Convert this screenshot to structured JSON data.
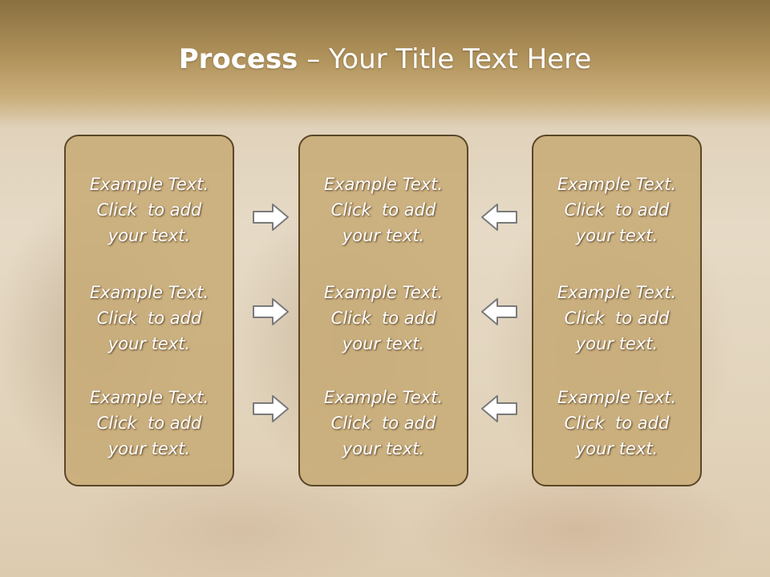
{
  "title": {
    "bold": "Process",
    "rest": " – Your Title Text Here"
  },
  "columns": [
    {
      "items": [
        [
          "Example Text.",
          "Click  to add",
          "your text."
        ],
        [
          "Example Text.",
          "Click  to add",
          "your text."
        ],
        [
          "Example Text.",
          "Click  to add",
          "your text."
        ]
      ]
    },
    {
      "items": [
        [
          "Example Text.",
          "Click  to add",
          "your text."
        ],
        [
          "Example Text.",
          "Click  to add",
          "your text."
        ],
        [
          "Example Text.",
          "Click  to add",
          "your text."
        ]
      ]
    },
    {
      "items": [
        [
          "Example Text.",
          "Click  to add",
          "your text."
        ],
        [
          "Example Text.",
          "Click  to add",
          "your text."
        ],
        [
          "Example Text.",
          "Click  to add",
          "your text."
        ]
      ]
    }
  ],
  "arrows": {
    "left_group": "right-arrow-icon",
    "right_group": "left-arrow-icon",
    "fill": "#ffffff",
    "stroke": "#7a7a7a"
  },
  "colors": {
    "header": "#b0925b",
    "box_fill": "#c8ac78",
    "box_border": "#5a4628"
  }
}
